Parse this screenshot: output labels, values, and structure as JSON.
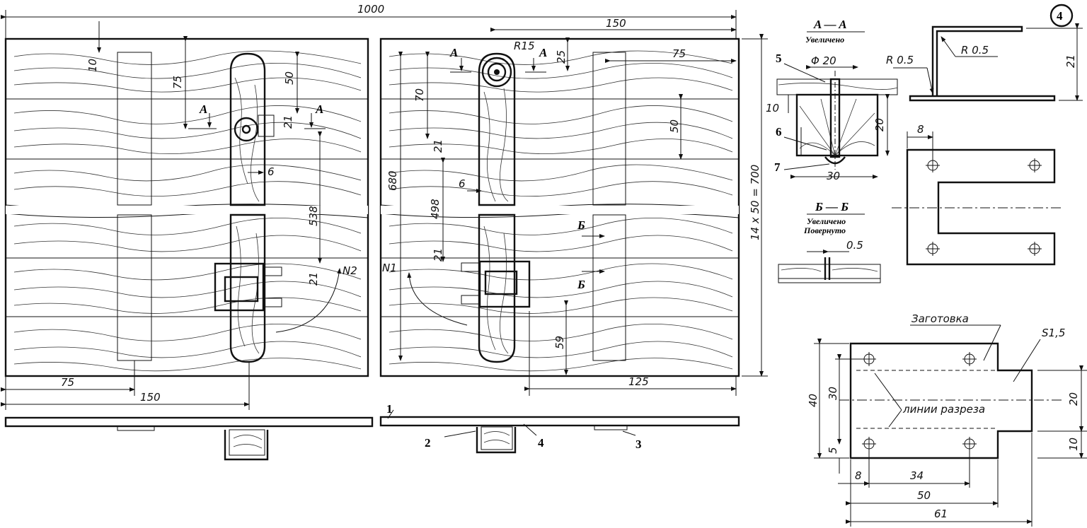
{
  "figure_number": "4",
  "overall": {
    "width_dim": "1000",
    "height_dim": "14 x 50 = 700"
  },
  "left_panel": {
    "dims": [
      "10",
      "75",
      "50",
      "21",
      "6",
      "538",
      "21",
      "75",
      "150"
    ],
    "section_marks": [
      "A",
      "A"
    ],
    "note": "N2"
  },
  "right_panel": {
    "dims": [
      "150",
      "R15",
      "25",
      "75",
      "70",
      "21",
      "680",
      "50",
      "6",
      "498",
      "21",
      "59",
      "125"
    ],
    "section_marks": [
      "A",
      "A",
      "Б",
      "Б"
    ],
    "note": "N1"
  },
  "section_aa": {
    "title": "A — A",
    "subtitle": "Увеличено",
    "dims": [
      "Φ 20",
      "10",
      "20",
      "30"
    ],
    "callouts": [
      "5",
      "6",
      "7"
    ]
  },
  "section_bb": {
    "title": "Б — Б",
    "subtitle1": "Увеличено",
    "subtitle2": "Повернуто",
    "dim": "0.5"
  },
  "bracket": {
    "radius1": "R 0.5",
    "radius2": "R 0.5",
    "height": "21",
    "offset": "8"
  },
  "blank": {
    "title": "Заготовка",
    "thickness": "S1,5",
    "cut_lines": "линии разреза",
    "dims": [
      "40",
      "30",
      "5",
      "8",
      "34",
      "50",
      "61",
      "20",
      "10"
    ]
  },
  "callouts_bottom": [
    "1",
    "2",
    "3",
    "4"
  ]
}
